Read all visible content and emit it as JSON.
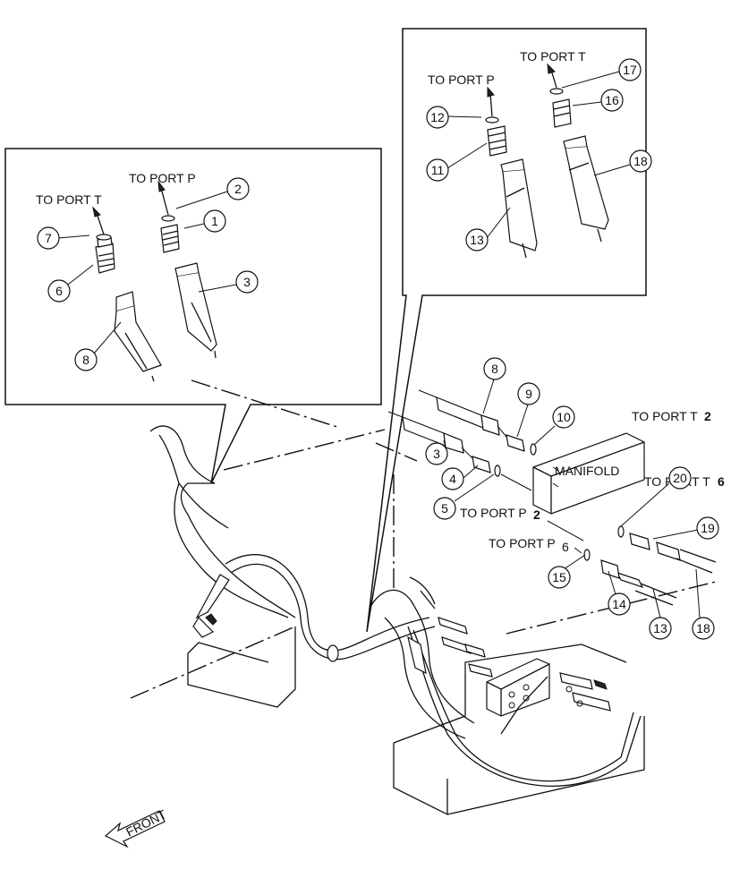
{
  "labels": {
    "inset_left_port_p": "TO PORT P",
    "inset_left_port_t": "TO PORT T",
    "inset_right_port_p": "TO PORT P",
    "inset_right_port_t": "TO PORT T",
    "port_t2": "TO PORT T",
    "port_t2_sub": "2",
    "port_t6": "TO PORT T",
    "port_t6_sub": "6",
    "port_p2": "TO PORT P",
    "port_p2_sub": "2",
    "port_p6": "TO PORT P",
    "port_p6_sub": "6",
    "manifold": "MANIFOLD",
    "front": "FRONT"
  },
  "callouts": {
    "c1": "1",
    "c2": "2",
    "c3": "3",
    "c6": "6",
    "c7": "7",
    "c8": "8",
    "c11": "11",
    "c12": "12",
    "c13": "13",
    "c16": "16",
    "c17": "17",
    "c18": "18",
    "m8": "8",
    "m9": "9",
    "m10": "10",
    "m3": "3",
    "m4": "4",
    "m5": "5",
    "m20": "20",
    "m19": "19",
    "m15": "15",
    "m14": "14",
    "m13": "13",
    "m18": "18"
  }
}
